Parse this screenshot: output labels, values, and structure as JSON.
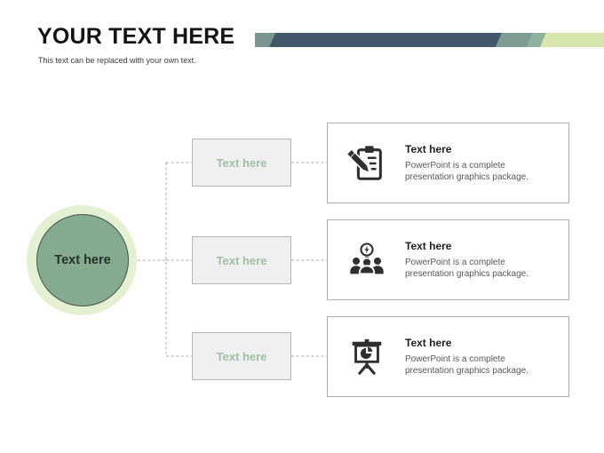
{
  "slide": {
    "title": "YOUR TEXT HERE",
    "subtitle": "This text can be replaced with your own text."
  },
  "accent_bar": {
    "segment_colors": [
      "#7A968E",
      "#42566C",
      "#7E9C92",
      "#90B19C",
      "#D7E7AB"
    ]
  },
  "diagram": {
    "root_label": "Text here",
    "branches": [
      {
        "box_label": "Text here",
        "card": {
          "icon": "clipboard-pencil-icon",
          "title": "Text here",
          "description": "PowerPoint is a complete presentation graphics package."
        }
      },
      {
        "box_label": "Text here",
        "card": {
          "icon": "team-idea-icon",
          "title": "Text here",
          "description": "PowerPoint is a complete presentation graphics package."
        }
      },
      {
        "box_label": "Text here",
        "card": {
          "icon": "presentation-chart-icon",
          "title": "Text here",
          "description": "PowerPoint is a complete presentation graphics package."
        }
      }
    ]
  },
  "colors": {
    "circle_ring": "#E4F0D2",
    "circle_fill": "#85AB8E",
    "circle_border": "#44514A",
    "circle_text": "#24312A",
    "box_bg": "#EFEFEF",
    "box_border": "#B5B5B5",
    "box_text": "#9DC0A2",
    "card_border": "#ACACAC",
    "card_title": "#1F1F1F",
    "card_desc": "#575757",
    "connector": "#A9A9A9",
    "icon": "#2F2F2F"
  }
}
